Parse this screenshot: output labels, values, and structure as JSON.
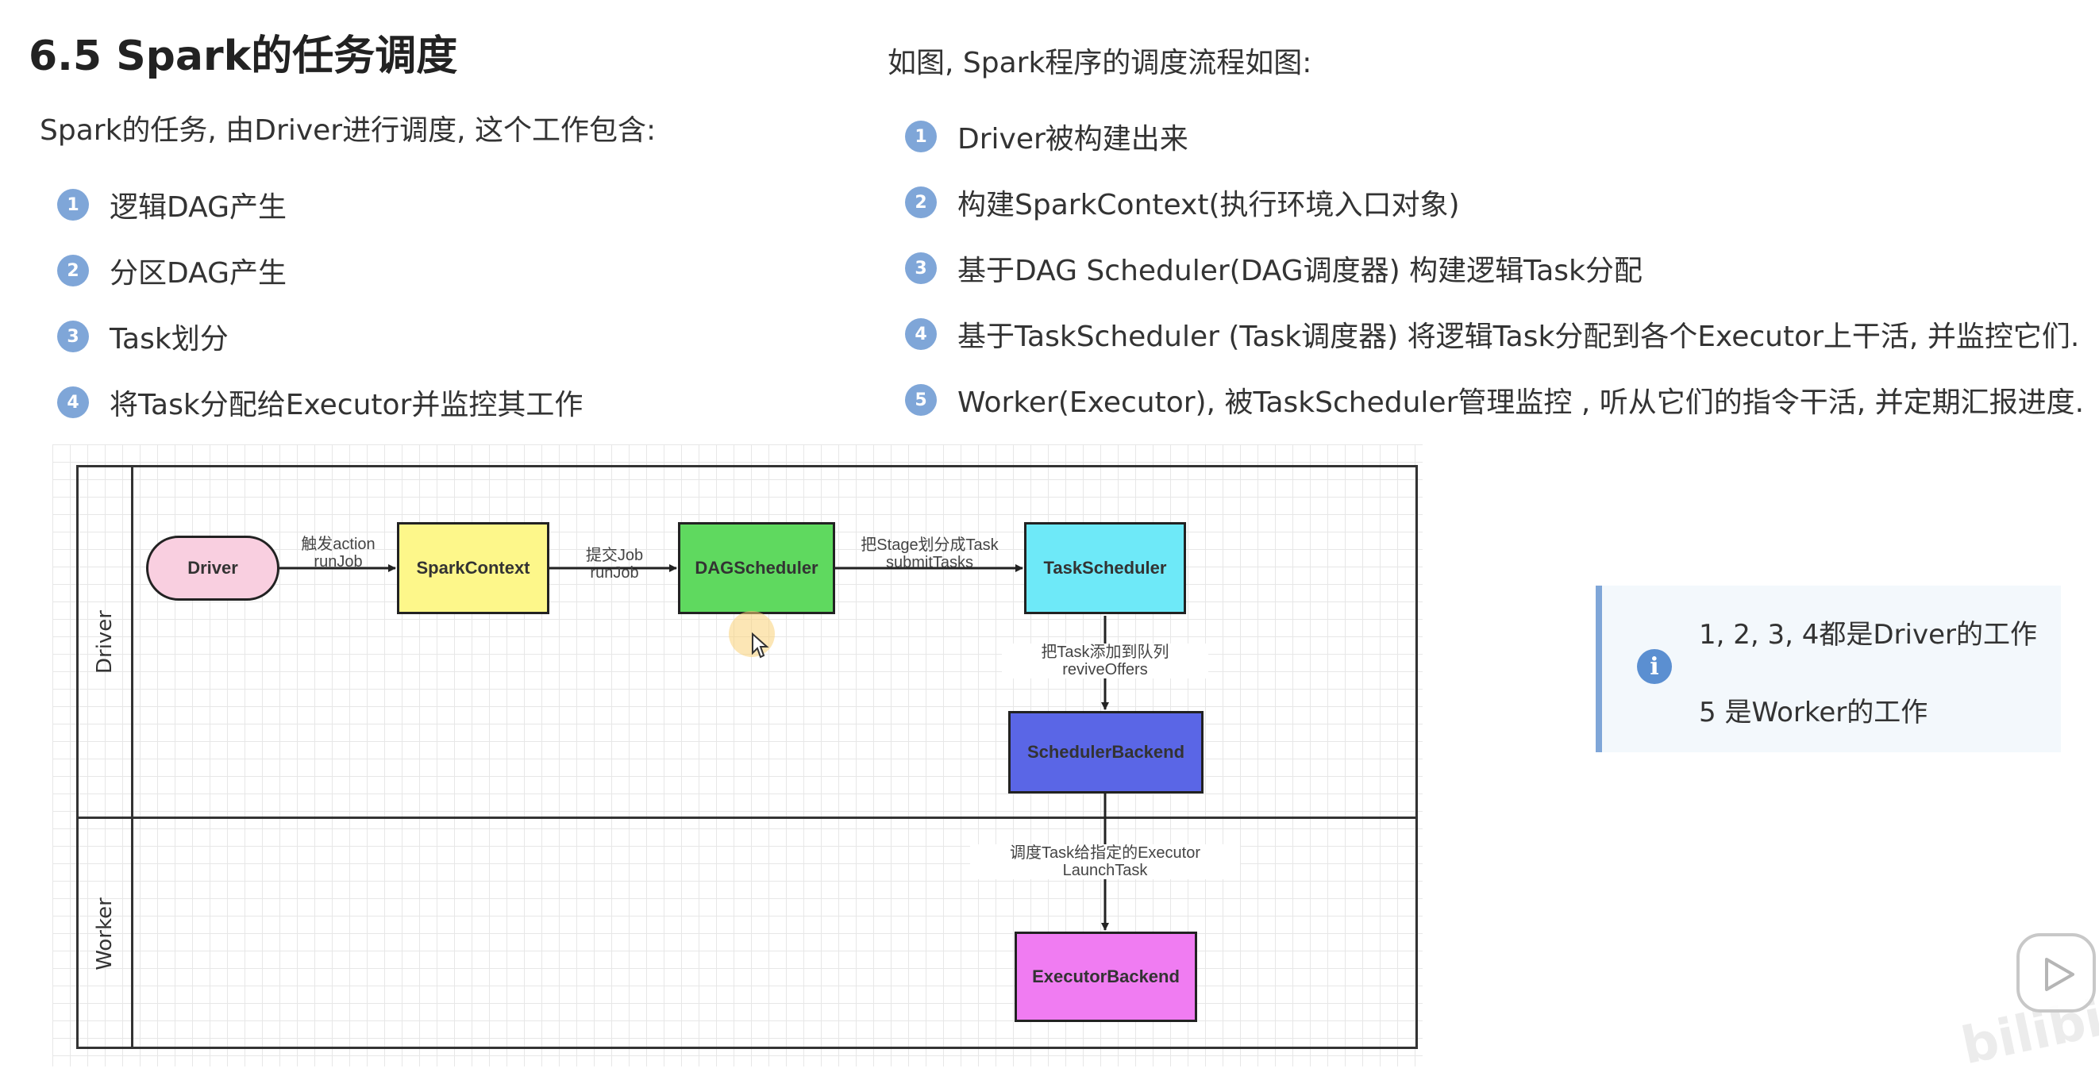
{
  "title": "6.5 Spark的任务调度",
  "left": {
    "intro": "Spark的任务, 由Driver进行调度, 这个工作包含:",
    "items": [
      {
        "num": "1",
        "text": "逻辑DAG产生"
      },
      {
        "num": "2",
        "text": "分区DAG产生"
      },
      {
        "num": "3",
        "text": "Task划分"
      },
      {
        "num": "4",
        "text": "将Task分配给Executor并监控其工作"
      }
    ]
  },
  "right": {
    "intro": "如图, Spark程序的调度流程如图:",
    "items": [
      {
        "num": "1",
        "text": "Driver被构建出来"
      },
      {
        "num": "2",
        "text": "构建SparkContext(执行环境入口对象)"
      },
      {
        "num": "3",
        "text": "基于DAG Scheduler(DAG调度器) 构建逻辑Task分配"
      },
      {
        "num": "4",
        "text": "基于TaskScheduler (Task调度器) 将逻辑Task分配到各个Executor上干活, 并监控它们."
      },
      {
        "num": "5",
        "text": "Worker(Executor), 被TaskScheduler管理监控 , 听从它们的指令干活, 并定期汇报进度."
      }
    ]
  },
  "diagram": {
    "lanes": {
      "driver": "Driver",
      "worker": "Worker"
    },
    "nodes": {
      "driver": {
        "label": "Driver",
        "color": "#f9cfe0"
      },
      "sparkcontext": {
        "label": "SparkContext",
        "color": "#fdf78a"
      },
      "dagscheduler": {
        "label": "DAGScheduler",
        "color": "#5fd95f"
      },
      "taskscheduler": {
        "label": "TaskScheduler",
        "color": "#6ee9f8"
      },
      "schedulerbackend": {
        "label": "SchedulerBackend",
        "color": "#5a66e6"
      },
      "executorbackend": {
        "label": "ExecutorBackend",
        "color": "#f07cf2"
      }
    },
    "edges": {
      "e1": {
        "line1": "触发action",
        "line2": "runJob"
      },
      "e2": {
        "line1": "提交Job",
        "line2": "runJob"
      },
      "e3": {
        "line1": "把Stage划分成Task",
        "line2": "submitTasks"
      },
      "e4": {
        "line1": "把Task添加到队列",
        "line2": "reviveOffers"
      },
      "e5": {
        "line1": "调度Task给指定的Executor",
        "line2": "LaunchTask"
      }
    }
  },
  "note": {
    "icon": "info-icon",
    "line1": "1, 2, 3, 4都是Driver的工作",
    "line2": "5 是Worker的工作"
  },
  "player": {
    "icon": "play-icon",
    "watermark": "bilibili"
  }
}
